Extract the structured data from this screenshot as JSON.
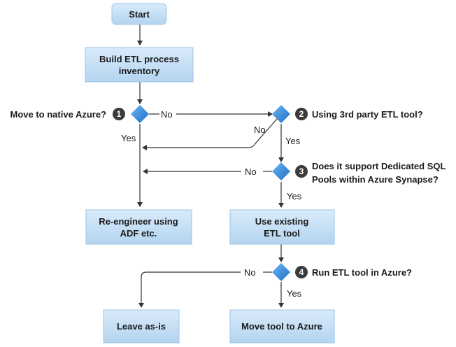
{
  "colors": {
    "box_fill_top": "#d9ebfa",
    "box_fill_bottom": "#b3d4f0",
    "box_stroke": "#9dc3e6",
    "diamond_light": "#6cb6f5",
    "diamond_dark": "#1e6fc5",
    "badge": "#3b3b3b",
    "line": "#333333"
  },
  "nodes": {
    "start": "Start",
    "build_line1": "Build ETL process",
    "build_line2": "inventory",
    "reengineer_line1": "Re-engineer using",
    "reengineer_line2": "ADF etc.",
    "use_existing_line1": "Use existing",
    "use_existing_line2": "ETL tool",
    "leave": "Leave as-is",
    "move_tool": "Move tool to Azure"
  },
  "decisions": [
    {
      "number": "1",
      "question": "Move to native Azure?"
    },
    {
      "number": "2",
      "question": "Using 3rd party ETL tool?"
    },
    {
      "number": "3",
      "question_line1": "Does it support Dedicated SQL",
      "question_line2": "Pools within Azure Synapse?"
    },
    {
      "number": "4",
      "question": "Run ETL tool in Azure?"
    }
  ],
  "edge_labels": {
    "d1_no": "No",
    "d1_yes": "Yes",
    "d2_no": "No",
    "d2_yes": "Yes",
    "d3_no": "No",
    "d3_yes": "Yes",
    "d4_no": "No",
    "d4_yes": "Yes"
  }
}
